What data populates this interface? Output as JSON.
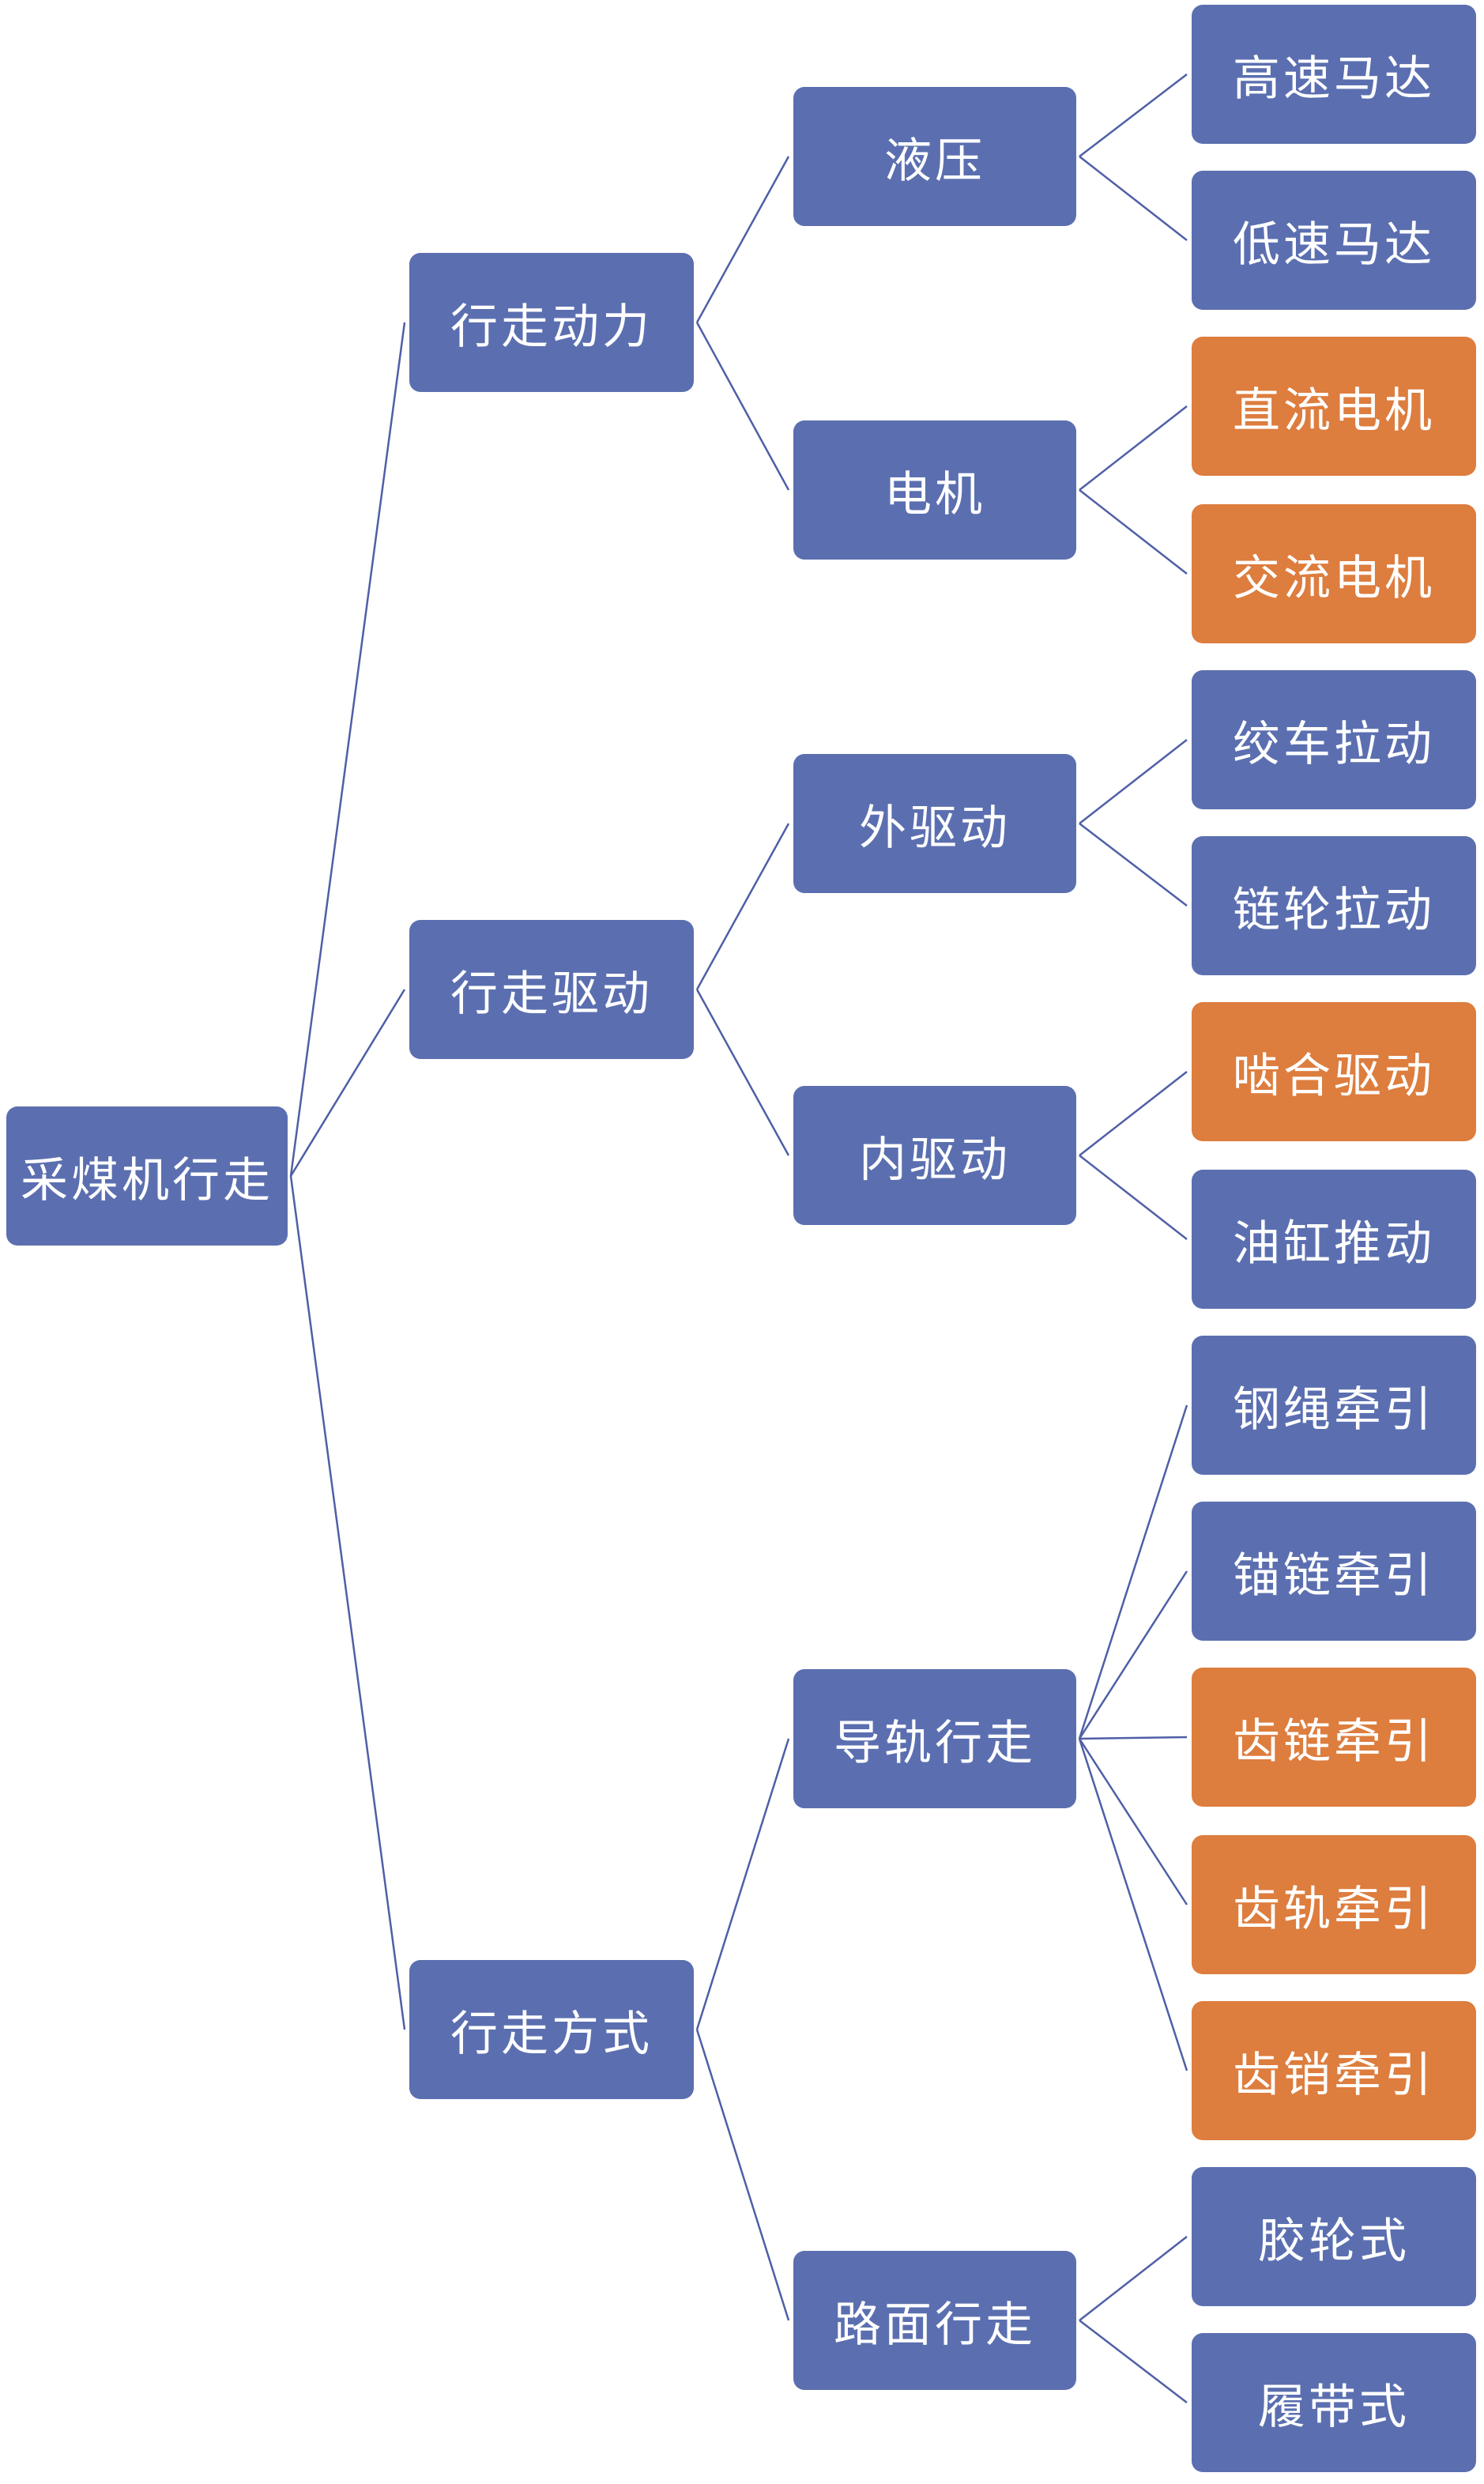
{
  "colors": {
    "default": "#5b6fb0",
    "highlight": "#dd7d3e",
    "line": "#4f5fa6"
  },
  "tree": {
    "label": "采煤机行走",
    "children": [
      {
        "label": "行走动力",
        "children": [
          {
            "label": "液压",
            "children": [
              {
                "label": "高速马达",
                "highlight": false
              },
              {
                "label": "低速马达",
                "highlight": false
              }
            ]
          },
          {
            "label": "电机",
            "children": [
              {
                "label": "直流电机",
                "highlight": true
              },
              {
                "label": "交流电机",
                "highlight": true
              }
            ]
          }
        ]
      },
      {
        "label": "行走驱动",
        "children": [
          {
            "label": "外驱动",
            "children": [
              {
                "label": "绞车拉动",
                "highlight": false
              },
              {
                "label": "链轮拉动",
                "highlight": false
              }
            ]
          },
          {
            "label": "内驱动",
            "children": [
              {
                "label": "啮合驱动",
                "highlight": true
              },
              {
                "label": "油缸推动",
                "highlight": false
              }
            ]
          }
        ]
      },
      {
        "label": "行走方式",
        "children": [
          {
            "label": "导轨行走",
            "children": [
              {
                "label": "钢绳牵引",
                "highlight": false
              },
              {
                "label": "锚链牵引",
                "highlight": false
              },
              {
                "label": "齿链牵引",
                "highlight": true
              },
              {
                "label": "齿轨牵引",
                "highlight": true
              },
              {
                "label": "齿销牵引",
                "highlight": true
              }
            ]
          },
          {
            "label": "路面行走",
            "children": [
              {
                "label": "胶轮式",
                "highlight": false
              },
              {
                "label": "履带式",
                "highlight": false
              }
            ]
          }
        ]
      }
    ]
  }
}
